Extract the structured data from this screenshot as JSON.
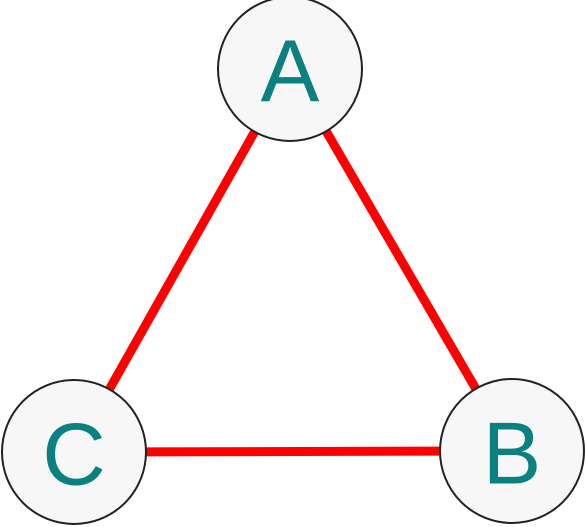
{
  "diagram": {
    "nodes": [
      {
        "id": "A",
        "label": "A"
      },
      {
        "id": "B",
        "label": "B"
      },
      {
        "id": "C",
        "label": "C"
      }
    ],
    "edges": [
      {
        "from": "A",
        "to": "B"
      },
      {
        "from": "B",
        "to": "C"
      },
      {
        "from": "C",
        "to": "A"
      }
    ],
    "colors": {
      "edge": "#ff0000",
      "label": "#0a8080",
      "node_fill": "#f7f7f7",
      "node_stroke": "#222222"
    }
  }
}
